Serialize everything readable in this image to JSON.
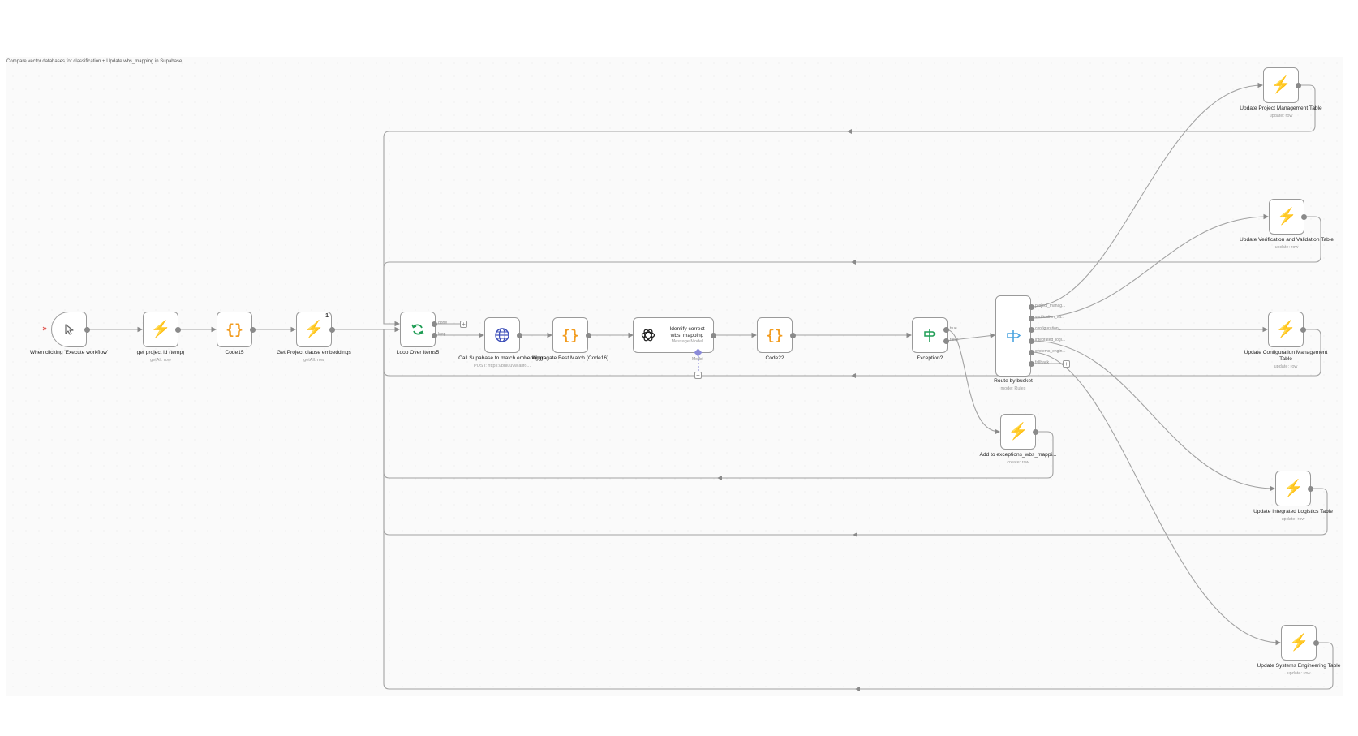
{
  "breadcrumb": "Compare vector databases for classification + Update wbs_mapping in Supabase",
  "colors": {
    "supabase": "#3ecf8e",
    "code": "#f29c1f",
    "http": "#3b4db8",
    "if": "#1f9d55",
    "switch": "#4aa3df",
    "error": "#e0504a"
  },
  "nodes": {
    "trigger": {
      "title": "When clicking 'Execute workflow'",
      "icon": "cursor-click-icon"
    },
    "getProjectId": {
      "title": "get project id (temp)",
      "subtitle": "getAll: row",
      "icon": "supabase-icon"
    },
    "code15": {
      "title": "Code15",
      "icon": "code-braces-icon"
    },
    "getEmbeddings": {
      "title": "Get Project clause embeddings",
      "subtitle": "getAll: row",
      "count": "1",
      "icon": "supabase-icon"
    },
    "loop": {
      "title": "Loop Over Items5",
      "icon": "loop-icon"
    },
    "callSupabase": {
      "title": "Call Supabase to match embeddings",
      "subtitle": "POST: https://bhiuuvwialifo...",
      "icon": "globe-icon"
    },
    "aggregate": {
      "title": "Aggregate Best Match (Code16)",
      "icon": "code-braces-icon"
    },
    "identify": {
      "title": "Identify correct wbs_mapping",
      "subtitle": "Message Model",
      "icon": "openai-icon"
    },
    "code22": {
      "title": "Code22",
      "icon": "code-braces-icon"
    },
    "exception": {
      "title": "Exception?",
      "icon": "signpost-icon"
    },
    "route": {
      "title": "Route by bucket",
      "subtitle": "mode: Rules",
      "icon": "route-icon"
    },
    "addExceptions": {
      "title": "Add to exceptions_wbs_mappi...",
      "subtitle": "create: row",
      "icon": "supabase-icon"
    },
    "updPM": {
      "title": "Update Project Management Table",
      "subtitle": "update: row",
      "icon": "supabase-icon"
    },
    "updVV": {
      "title": "Update Verification and Validation Table",
      "subtitle": "update: row",
      "icon": "supabase-icon"
    },
    "updCM": {
      "title": "Update Configuration Management Table",
      "subtitle": "update: row",
      "icon": "supabase-icon"
    },
    "updIL": {
      "title": "Update Integrated Logistics Table",
      "subtitle": "update: row",
      "icon": "supabase-icon"
    },
    "updSE": {
      "title": "Update Systems Engineering Table",
      "subtitle": "update: row",
      "icon": "supabase-icon"
    }
  },
  "ports": {
    "loop_done": "done",
    "loop_loop": "loop",
    "model": "Model",
    "if_true": "true",
    "if_false": "false",
    "route_outputs": [
      "project_manag...",
      "verification_va...",
      "configuration_...",
      "integrated_logi...",
      "systems_engin...",
      "fallback"
    ]
  }
}
